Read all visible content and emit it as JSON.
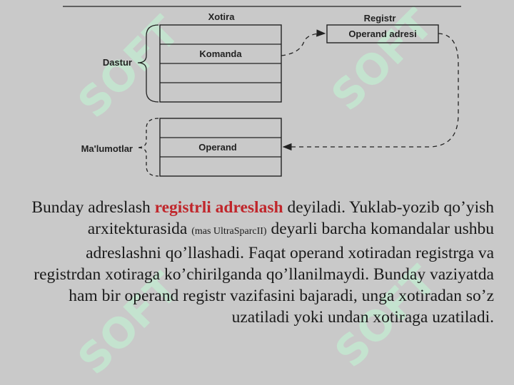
{
  "diagram": {
    "memory_header": "Xotira",
    "register_header": "Registr",
    "register_cell": "Operand adresi",
    "program_label": "Dastur",
    "command_cell": "Komanda",
    "data_label": "Ma'lumotlar",
    "operand_cell": "Operand"
  },
  "watermark": {
    "text": "SOFT",
    "color": "#c4e6d0"
  },
  "text": {
    "part1": "Bunday adreslash ",
    "highlight": "registrli adreslash",
    "part2": " deyiladi. Yuklab-yozib qo’yish arxitekturasida ",
    "note": "(mas UltraSparcII)",
    "part3": " deyarli barcha komandalar ushbu adreslashni qo’llashadi. Faqat operand xotiradan registrga va registrdan xotiraga ko’chirilganda qo’llanilmaydi. Bunday vaziyatda ham bir operand registr vazifasini bajaradi, unga xotiradan so’z uzatiladi yoki undan xotiraga uzatiladi.",
    "highlight_color": "#c0262b"
  }
}
